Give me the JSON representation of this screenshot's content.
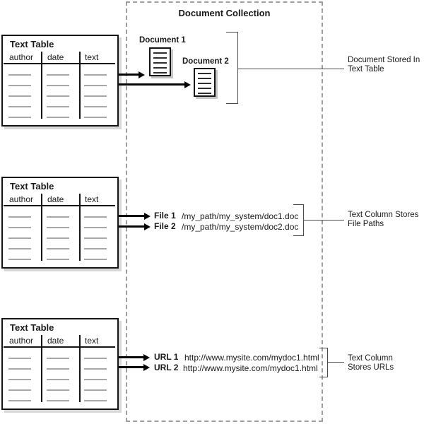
{
  "collection": {
    "title": "Document Collection"
  },
  "tables": [
    {
      "title": "Text Table",
      "columns": [
        "author",
        "date",
        "text"
      ],
      "dash_rows": 5
    },
    {
      "title": "Text Table",
      "columns": [
        "author",
        "date",
        "text"
      ],
      "dash_rows": 5
    },
    {
      "title": "Text Table",
      "columns": [
        "author",
        "date",
        "text"
      ],
      "dash_rows": 5
    }
  ],
  "documents": {
    "doc1_label": "Document 1",
    "doc2_label": "Document 2"
  },
  "files": {
    "items": [
      {
        "label": "File 1",
        "value": "/my_path/my_system/doc1.doc"
      },
      {
        "label": "File 2",
        "value": "/my_path/my_system/doc2.doc"
      }
    ]
  },
  "urls": {
    "items": [
      {
        "label": "URL 1",
        "value": "http://www.mysite.com/mydoc1.html"
      },
      {
        "label": "URL 2",
        "value": "http://www.mysite.com/mydoc1.html"
      }
    ]
  },
  "annotations": [
    {
      "lines": [
        "Document Stored In",
        "Text Table"
      ]
    },
    {
      "lines": [
        "Text Column Stores",
        "File Paths"
      ]
    },
    {
      "lines": [
        "Text Column",
        "Stores URLs"
      ]
    }
  ],
  "colors": {
    "line_black": "#050505",
    "dash_gray": "#a8a8a8",
    "dashed_border": "#9e9e9e",
    "connector_gray": "#4a4a4a",
    "shadow_gray": "#d8d8d8"
  }
}
